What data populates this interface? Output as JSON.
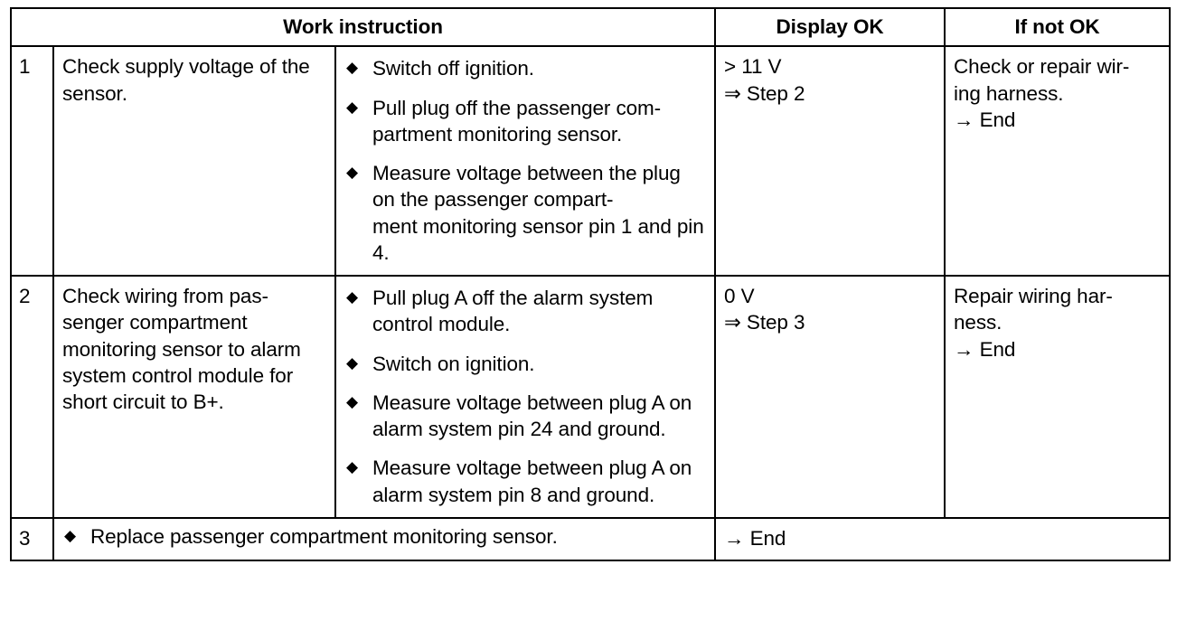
{
  "table": {
    "headers": {
      "work_instruction": "Work instruction",
      "display_ok": "Display OK",
      "if_not_ok": "If not OK"
    },
    "bullet_glyph": "◆",
    "rows": [
      {
        "number": "1",
        "task": "Check supply voltage of the sensor.",
        "steps": [
          "Switch off ignition.",
          "Pull plug off the passenger com-\npartment monitoring sensor.",
          "Measure voltage between the plug on the passenger compart-\nment monitoring sensor pin 1 and pin 4."
        ],
        "display_ok": "> 11 V\n⇒ Step 2",
        "if_not_ok": "Check or repair wir-\ning harness.\n→ End"
      },
      {
        "number": "2",
        "task": "Check wiring from pas-\nsenger compartment monitoring sensor to alarm system control module for short circuit to B+.",
        "steps": [
          "Pull plug A off the alarm system control module.",
          "Switch on ignition.",
          "Measure voltage between plug A on alarm system pin 24 and ground.",
          "Measure voltage between plug A on alarm system pin 8 and ground."
        ],
        "display_ok": "0 V\n⇒ Step 3",
        "if_not_ok": "Repair wiring har-\nness.\n→ End"
      },
      {
        "number": "3",
        "steps": [
          "Replace passenger compartment monitoring sensor."
        ],
        "display_ok": "→ End"
      }
    ]
  }
}
